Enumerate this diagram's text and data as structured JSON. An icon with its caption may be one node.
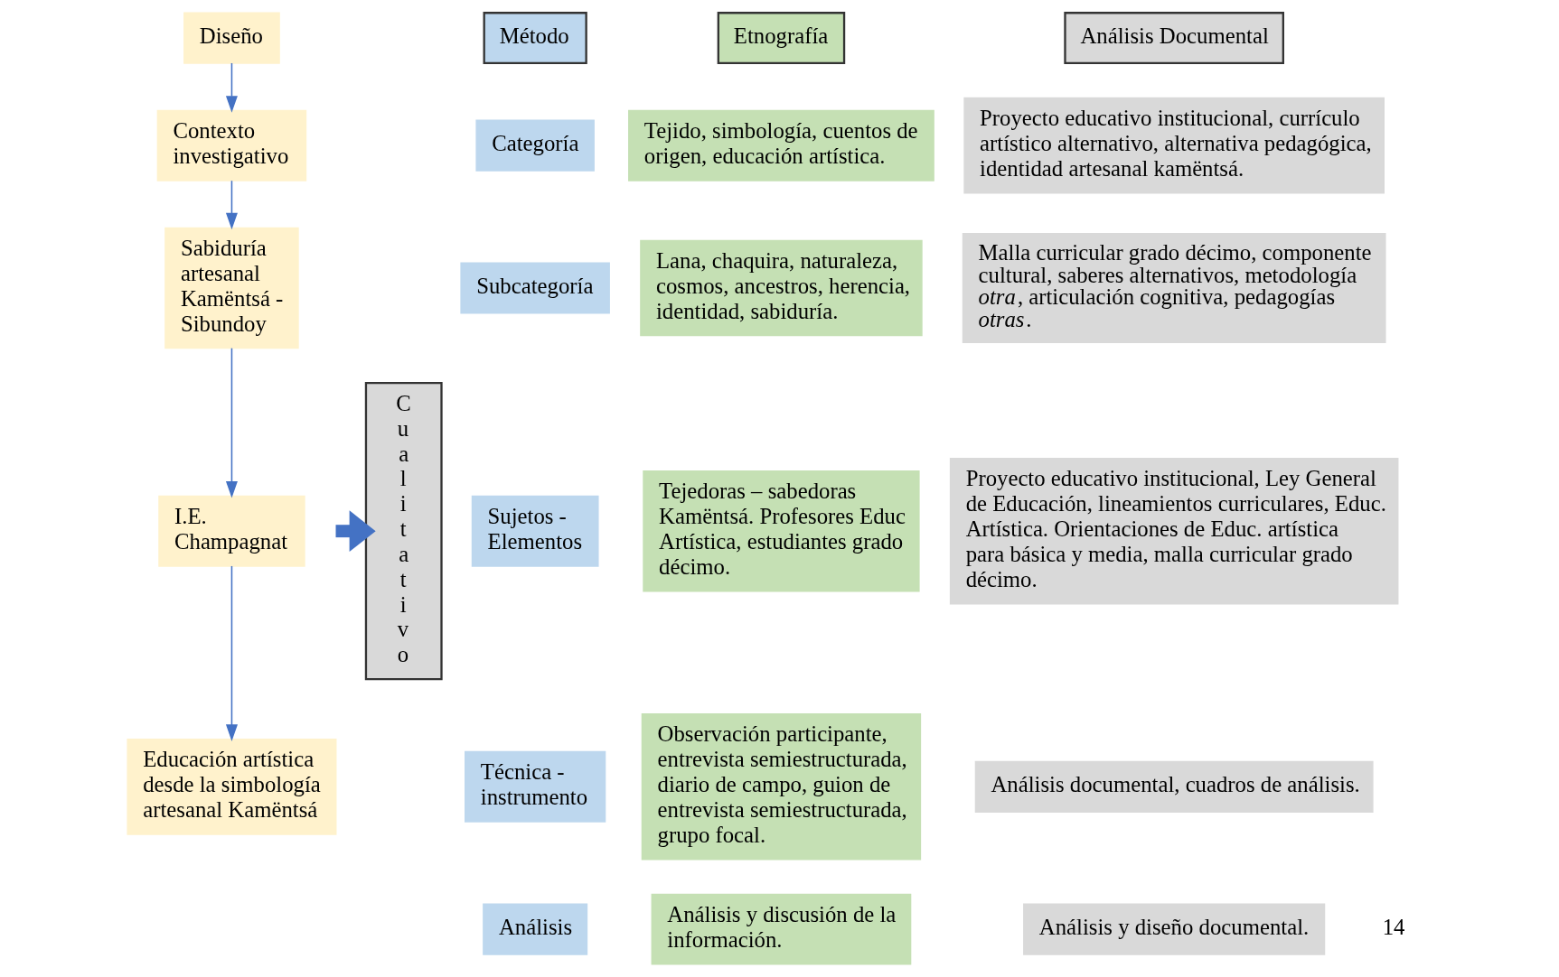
{
  "diagram": {
    "nodes": [
      {
        "text": [
          "Diseño"
        ]
      },
      {
        "text": [
          "Contexto investigativo"
        ]
      },
      {
        "text": [
          "Sabiduría artesanal Kamëntsá - Sibundoy"
        ]
      },
      {
        "text": [
          "I.E. Champagnat"
        ]
      },
      {
        "text": [
          "Educación artística desde la simbología artesanal Kamëntsá"
        ]
      },
      {
        "text": [
          "Cualitativo"
        ]
      },
      {
        "text": [
          "Método"
        ]
      },
      {
        "text": [
          "Etnografía"
        ]
      },
      {
        "text": [
          "Análisis Documental"
        ]
      },
      {
        "text": [
          "Categoría"
        ]
      },
      {
        "text": [
          "Tejido, simbología, cuentos de origen, educación artística."
        ]
      },
      {
        "text": [
          "Proyecto educativo institucional, currículo artístico alternativo, alternativa pedagógica, identidad artesanal kamëntsá."
        ]
      },
      {
        "text": [
          "Subcategoría"
        ]
      },
      {
        "text": [
          "Lana, chaquira, naturaleza, cosmos, ancestros, herencia, identidad, sabiduría."
        ]
      },
      {
        "text": [
          "Malla curricular grado décimo, componente cultural, saberes alternativos, metodología *otra*, articulación cognitiva, pedagogías *otras*."
        ]
      },
      {
        "text": [
          "Sujetos - Elementos"
        ]
      },
      {
        "text": [
          "Tejedoras – sabedoras Kamëntsá. Profesores Educ Artística, estudiantes grado décimo."
        ]
      },
      {
        "text": [
          "Proyecto educativo institucional, Ley General de Educación, lineamientos curriculares, Educ. Artística. Orientaciones de Educ. artística para básica y media, malla curricular grado décimo."
        ]
      },
      {
        "text": [
          "Técnica - instrumento"
        ]
      },
      {
        "text": [
          "Observación participante, entrevista semiestructurada, diario de campo, guion de entrevista semiestructurada, grupo focal."
        ]
      },
      {
        "text": [
          "Análisis documental, cuadros de análisis."
        ]
      },
      {
        "text": [
          "Análisis"
        ]
      },
      {
        "text": [
          "Análisis y discusión de la información."
        ]
      },
      {
        "text": [
          "Análisis y diseño documental."
        ]
      }
    ],
    "edges": [
      {
        "from": 0,
        "to": 1,
        "arrow": "to"
      },
      {
        "from": 1,
        "to": 2,
        "arrow": "to"
      },
      {
        "from": 2,
        "to": 3,
        "arrow": "to"
      },
      {
        "from": 3,
        "to": 4,
        "arrow": "to"
      },
      {
        "from": null,
        "to": 5,
        "arrow": "to",
        "style": "thick"
      }
    ],
    "labels": [
      "14"
    ]
  }
}
